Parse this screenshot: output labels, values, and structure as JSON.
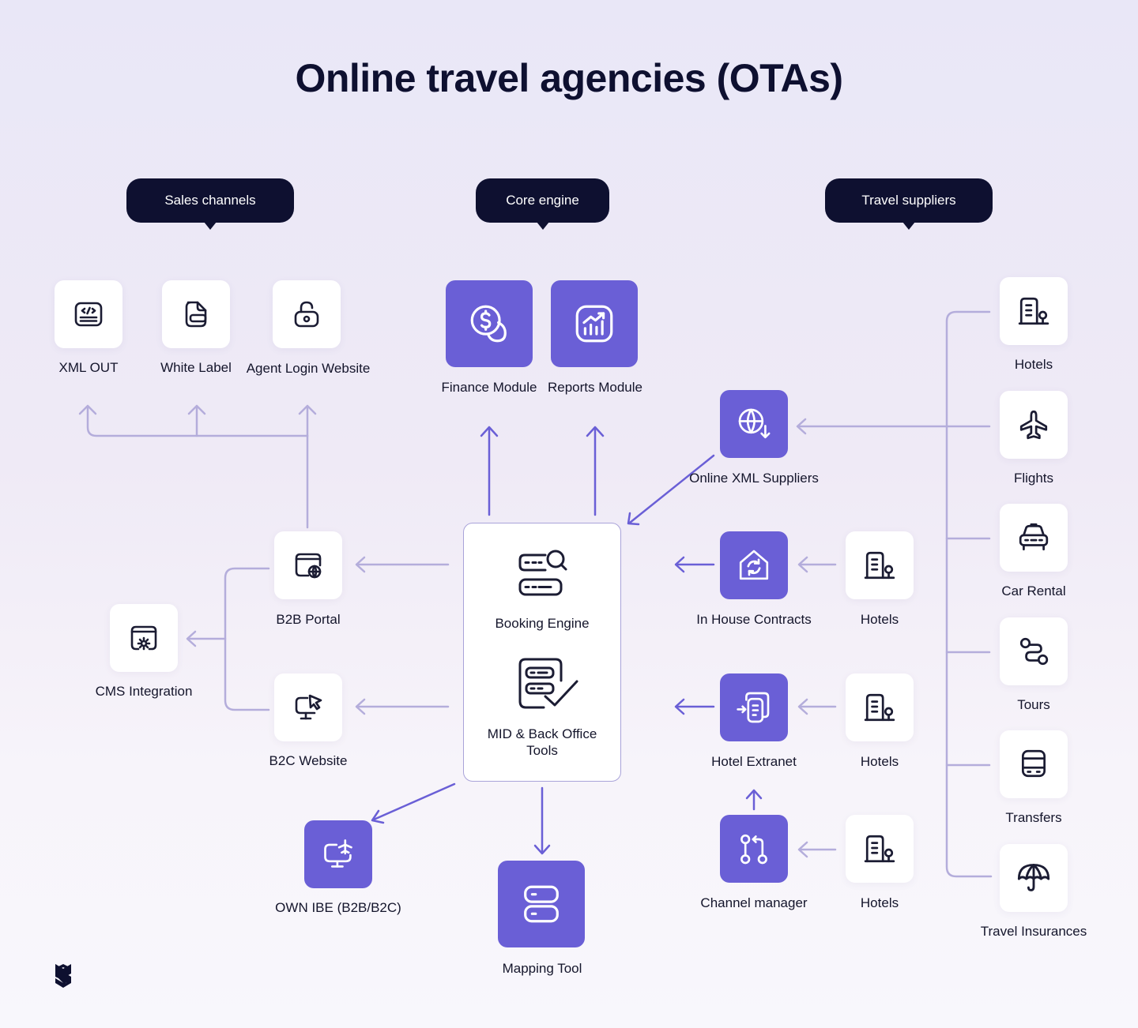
{
  "title": "Online travel agencies (OTAs)",
  "headers": {
    "sales_channels": "Sales channels",
    "core_engine": "Core engine",
    "travel_suppliers": "Travel suppliers"
  },
  "sales_channels": {
    "xml_out": "XML OUT",
    "white_label": "White Label",
    "agent_login_website": "Agent Login Website",
    "b2b_portal": "B2B Portal",
    "b2c_website": "B2C Website",
    "cms_integration": "CMS Integration",
    "own_ibe": "OWN IBE (B2B/B2C)"
  },
  "core_engine": {
    "finance_module": "Finance Module",
    "reports_module": "Reports Module",
    "booking_engine": "Booking Engine",
    "mid_back_office": "MID & Back Office Tools",
    "mapping_tool": "Mapping Tool"
  },
  "middle": {
    "online_xml_suppliers": "Online XML Suppliers",
    "in_house_contracts": "In House Contracts",
    "hotel_extranet": "Hotel Extranet",
    "channel_manager": "Channel manager",
    "hotels_1": "Hotels",
    "hotels_2": "Hotels",
    "hotels_3": "Hotels"
  },
  "travel_suppliers": {
    "hotels": "Hotels",
    "flights": "Flights",
    "car_rental": "Car Rental",
    "tours": "Tours",
    "transfers": "Transfers",
    "travel_insurances": "Travel Insurances"
  },
  "colors": {
    "accent_purple": "#6a5fd6",
    "connector_light": "#b4addb",
    "connector_dark": "#6a5fd6",
    "dark_navy": "#0e1030"
  },
  "icons": {
    "xml_out": "code-window-icon",
    "white_label": "document-icon",
    "agent_login": "lock-icon",
    "finance": "dollar-coins-icon",
    "reports": "trend-chart-icon",
    "online_xml": "globe-download-icon",
    "b2b_portal": "browser-globe-icon",
    "b2c_website": "monitor-cursor-icon",
    "cms": "browser-gear-icon",
    "booking_engine": "search-toggle-icon",
    "mid_back_office": "server-check-icon",
    "own_ibe": "monitor-plane-icon",
    "mapping_tool": "server-icon",
    "in_house": "house-refresh-icon",
    "hotel_extranet": "doc-transfer-icon",
    "channel_manager": "git-pull-icon",
    "hotels": "building-icon",
    "flights": "plane-icon",
    "car_rental": "car-icon",
    "tours": "route-icon",
    "transfers": "bus-icon",
    "travel_insurances": "umbrella-icon",
    "brand": "brand-logo-icon"
  }
}
